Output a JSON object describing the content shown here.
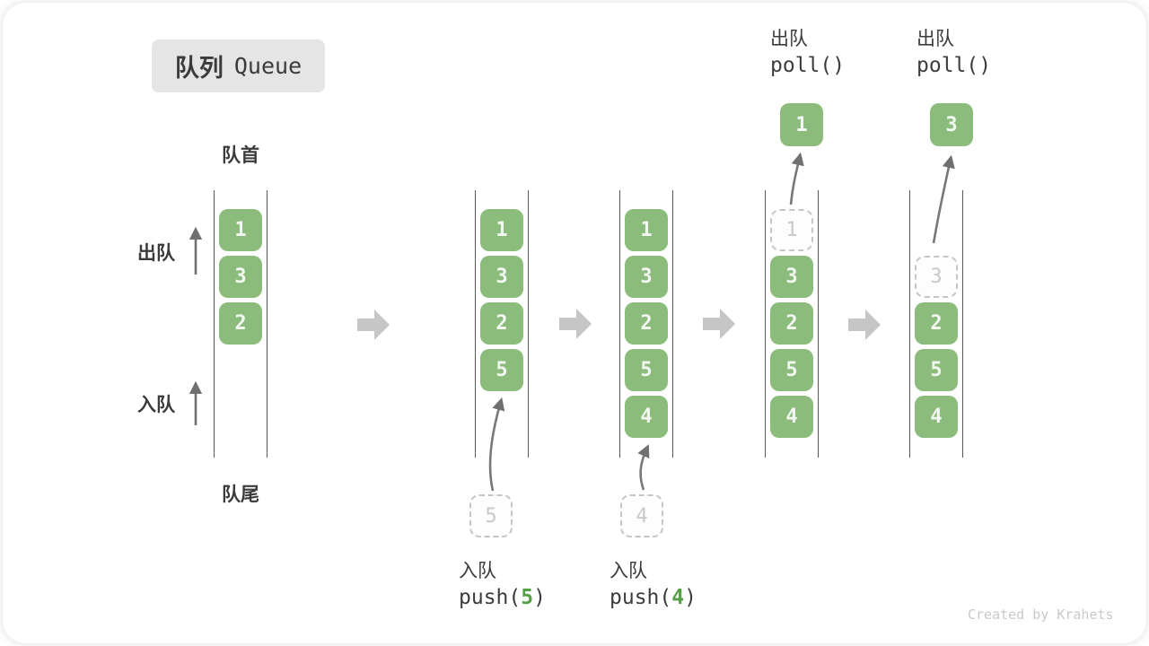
{
  "title": {
    "zh": "队列",
    "en": "Queue"
  },
  "side_labels": {
    "front": "队首",
    "rear": "队尾",
    "dequeue": "出队",
    "enqueue": "入队"
  },
  "states": [
    {
      "slots": [
        {
          "v": "1"
        },
        {
          "v": "3"
        },
        {
          "v": "2"
        }
      ]
    },
    {
      "slots": [
        {
          "v": "1"
        },
        {
          "v": "3"
        },
        {
          "v": "2"
        },
        {
          "v": "5"
        }
      ],
      "staged": "5"
    },
    {
      "slots": [
        {
          "v": "1"
        },
        {
          "v": "3"
        },
        {
          "v": "2"
        },
        {
          "v": "5"
        },
        {
          "v": "4"
        }
      ],
      "staged": "4"
    },
    {
      "slots": [
        {
          "v": "1"
        },
        {
          "v": "3"
        },
        {
          "v": "2"
        },
        {
          "v": "5"
        },
        {
          "v": "4"
        }
      ],
      "popped": "1"
    },
    {
      "slots": [
        {
          "v": "3"
        },
        {
          "v": "2"
        },
        {
          "v": "5"
        },
        {
          "v": "4"
        }
      ],
      "popped": "3"
    }
  ],
  "operations": {
    "push5": {
      "label": "入队",
      "fn": "push(",
      "arg": "5",
      "close": ")"
    },
    "push4": {
      "label": "入队",
      "fn": "push(",
      "arg": "4",
      "close": ")"
    },
    "poll1": {
      "label": "出队",
      "code": "poll()"
    },
    "poll3": {
      "label": "出队",
      "code": "poll()"
    }
  },
  "watermark": "Created by Krahets",
  "colors": {
    "box_green": "#8BBC7C",
    "accent_green": "#55A047",
    "dashed_border": "#C5C5C5",
    "dashed_digit": "#C8C8C8",
    "channel_line": "#575757",
    "text_dark": "#3B3B3B",
    "thin_arrow": "#707070",
    "block_arrow": "#C6C6C6",
    "badge_bg": "#E5E5E5",
    "watermark_gray": "#C9C9C9"
  }
}
